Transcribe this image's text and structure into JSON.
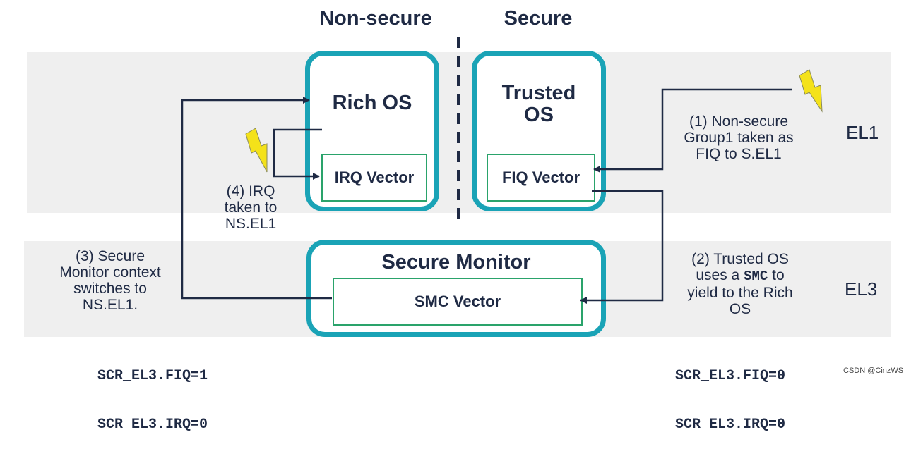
{
  "columns": {
    "non_secure": "Non-secure",
    "secure": "Secure"
  },
  "levels": {
    "el1": "EL1",
    "el3": "EL3"
  },
  "rich_os": {
    "title": "Rich OS",
    "vector": "IRQ Vector"
  },
  "trusted_os": {
    "title_line1": "Trusted",
    "title_line2": "OS",
    "vector": "FIQ Vector"
  },
  "secure_monitor": {
    "title": "Secure Monitor",
    "vector": "SMC Vector"
  },
  "notes": {
    "step1": [
      "(1) Non-secure",
      "Group1 taken as",
      "FIQ to S.EL1"
    ],
    "step2": {
      "line1": "(2) Trusted OS",
      "line2_pre": "uses a ",
      "line2_code": "SMC",
      "line2_post": " to",
      "line3": "yield to the Rich",
      "line4": "OS"
    },
    "step3": [
      "(3) Secure",
      "Monitor context",
      "switches to",
      "NS.EL1."
    ],
    "step4": [
      "(4) IRQ",
      "taken to",
      "NS.EL1"
    ]
  },
  "registers": {
    "left": [
      "SCR_EL3.FIQ=1",
      "SCR_EL3.IRQ=0"
    ],
    "right": [
      "SCR_EL3.FIQ=0",
      "SCR_EL3.IRQ=0"
    ]
  },
  "watermark": "CSDN @CinzWS",
  "colors": {
    "teal": "#1aa3b6",
    "green": "#2aa36b",
    "navy": "#1f2a44",
    "band": "#efefef",
    "lightning": "#f4e21a"
  }
}
